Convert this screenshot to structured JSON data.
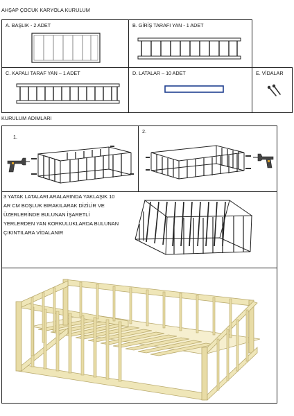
{
  "title": "AHŞAP ÇOCUK KARYOLA KURULUM",
  "parts": [
    {
      "label": "A. BAŞLIK - 2 ADET"
    },
    {
      "label": "B.  GİRİŞ TARAFI YAN - 1 ADET"
    },
    {
      "label": "C. KAPALI TARAF YAN – 1 ADET"
    },
    {
      "label": "D. LATALAR – 10 ADET"
    },
    {
      "label": "E. VİDALAR"
    }
  ],
  "steps_title": "KURULUM ADIMLARI",
  "steps": [
    {
      "number": "1."
    },
    {
      "number": "2."
    }
  ],
  "step3_note": [
    "3 YATAK LATALARI ARALARINDA YAKLAŞIK 10",
    "AR CM BOŞLUK BIRAKILARAK DİZİLİR VE",
    "ÜZERLERİNDE BULUNAN İŞARETLİ",
    "YERLERDEN YAN KORKULUKLARDA BULUNAN",
    "ÇIKINTILARA VİDALANIR"
  ],
  "colors": {
    "line": "#222222",
    "slat_blue": "#1f3f8f",
    "wood": "#efe6b8",
    "wood_edge": "#b9aa6e",
    "drill": "#444444"
  }
}
